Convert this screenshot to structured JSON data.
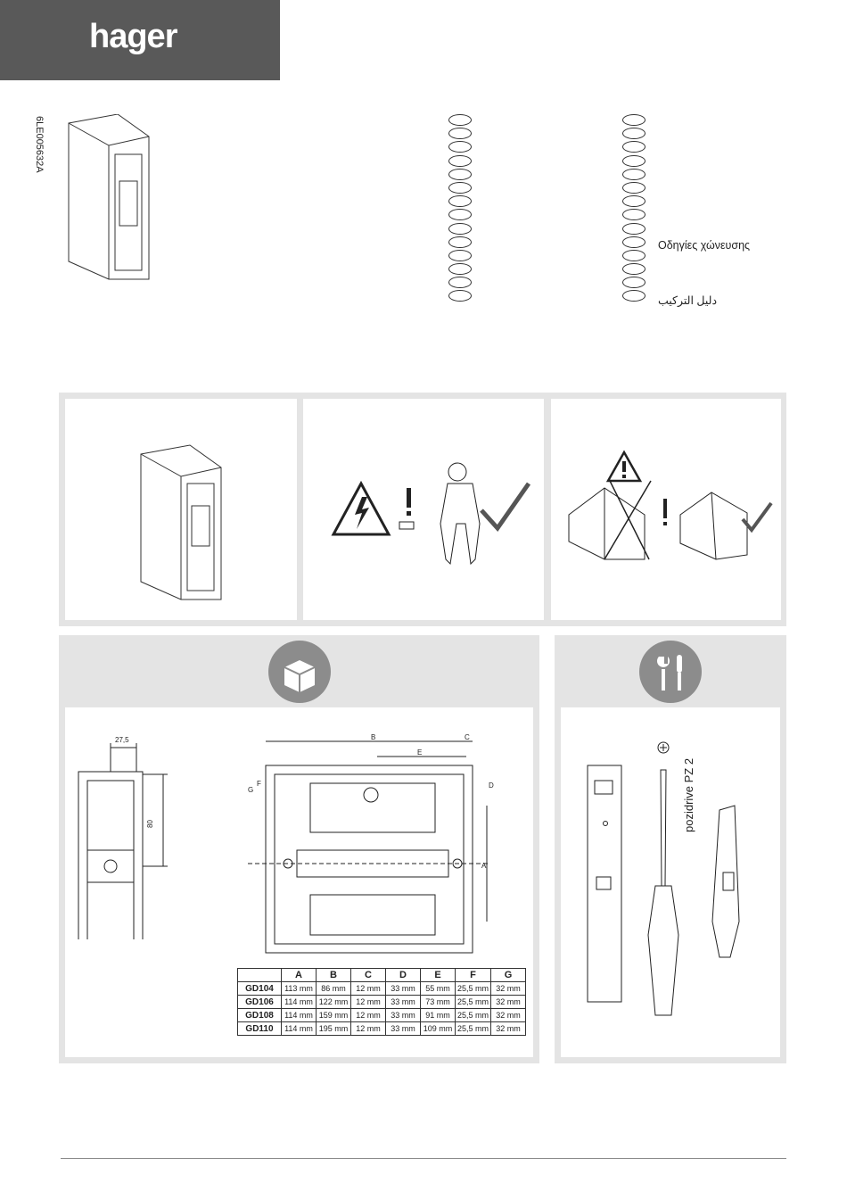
{
  "brand": {
    "logo": "hager"
  },
  "doc_ref": "6LE005632A",
  "languages": {
    "greek_label": "Οδηγίες χώνευσης",
    "arabic_label": "دليل   التركيب"
  },
  "dimensions": {
    "side_view": {
      "width_label": "27,5",
      "height_label": "80"
    },
    "front_view_labels": [
      "B",
      "C",
      "E",
      "D",
      "A",
      "G",
      "F"
    ]
  },
  "dimension_table": {
    "headers": [
      "",
      "A",
      "B",
      "C",
      "D",
      "E",
      "F",
      "G"
    ],
    "rows": [
      [
        "GD104",
        "113 mm",
        "86 mm",
        "12 mm",
        "33 mm",
        "55 mm",
        "25,5 mm",
        "32 mm"
      ],
      [
        "GD106",
        "114 mm",
        "122 mm",
        "12 mm",
        "33 mm",
        "73 mm",
        "25,5 mm",
        "32 mm"
      ],
      [
        "GD108",
        "114 mm",
        "159 mm",
        "12 mm",
        "33 mm",
        "91 mm",
        "25,5 mm",
        "32 mm"
      ],
      [
        "GD110",
        "114 mm",
        "195 mm",
        "12 mm",
        "33 mm",
        "109 mm",
        "25,5 mm",
        "32 mm"
      ]
    ]
  },
  "tools": {
    "screwdriver_label": "pozidrive PZ 2"
  },
  "icons": [
    "box-icon",
    "tools-icon",
    "warning-icon",
    "check-icon"
  ]
}
